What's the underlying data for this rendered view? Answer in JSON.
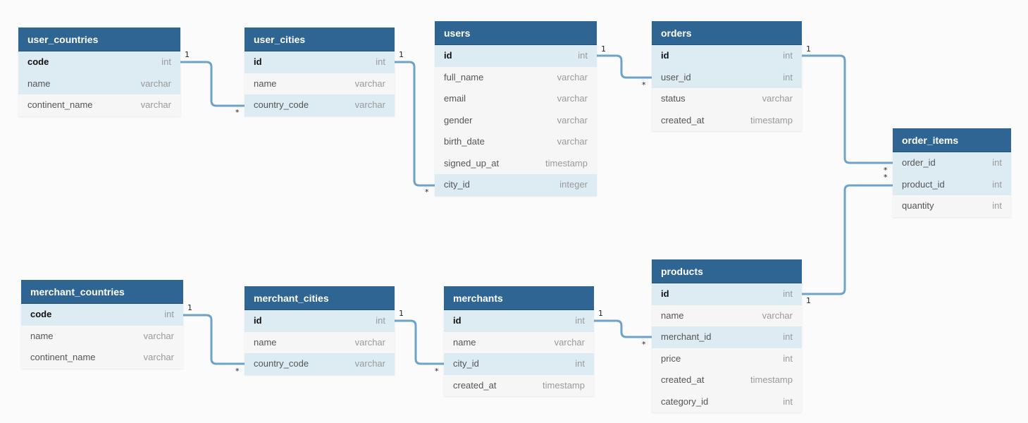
{
  "colors": {
    "header": "#2f6593",
    "highlight": "#ddebf3",
    "line": "#6ea3c8",
    "body": "#f6f6f6"
  },
  "tables": [
    {
      "name": "user_countries",
      "fields": [
        {
          "name": "code",
          "type": "int",
          "pk": true,
          "hl": true
        },
        {
          "name": "name",
          "type": "varchar",
          "hl": true
        },
        {
          "name": "continent_name",
          "type": "varchar"
        }
      ]
    },
    {
      "name": "user_cities",
      "fields": [
        {
          "name": "id",
          "type": "int",
          "pk": true,
          "hl": true
        },
        {
          "name": "name",
          "type": "varchar"
        },
        {
          "name": "country_code",
          "type": "varchar",
          "hl": true
        }
      ]
    },
    {
      "name": "users",
      "fields": [
        {
          "name": "id",
          "type": "int",
          "pk": true,
          "hl": true
        },
        {
          "name": "full_name",
          "type": "varchar"
        },
        {
          "name": "email",
          "type": "varchar"
        },
        {
          "name": "gender",
          "type": "varchar"
        },
        {
          "name": "birth_date",
          "type": "varchar"
        },
        {
          "name": "signed_up_at",
          "type": "timestamp"
        },
        {
          "name": "city_id",
          "type": "integer",
          "hl": true
        }
      ]
    },
    {
      "name": "orders",
      "fields": [
        {
          "name": "id",
          "type": "int",
          "pk": true,
          "hl": true
        },
        {
          "name": "user_id",
          "type": "int",
          "hl": true
        },
        {
          "name": "status",
          "type": "varchar"
        },
        {
          "name": "created_at",
          "type": "timestamp"
        }
      ]
    },
    {
      "name": "order_items",
      "fields": [
        {
          "name": "order_id",
          "type": "int",
          "hl": true
        },
        {
          "name": "product_id",
          "type": "int",
          "hl": true
        },
        {
          "name": "quantity",
          "type": "int"
        }
      ]
    },
    {
      "name": "merchant_countries",
      "fields": [
        {
          "name": "code",
          "type": "int",
          "pk": true,
          "hl": true
        },
        {
          "name": "name",
          "type": "varchar"
        },
        {
          "name": "continent_name",
          "type": "varchar"
        }
      ]
    },
    {
      "name": "merchant_cities",
      "fields": [
        {
          "name": "id",
          "type": "int",
          "pk": true,
          "hl": true
        },
        {
          "name": "name",
          "type": "varchar"
        },
        {
          "name": "country_code",
          "type": "varchar",
          "hl": true
        }
      ]
    },
    {
      "name": "merchants",
      "fields": [
        {
          "name": "id",
          "type": "int",
          "pk": true,
          "hl": true
        },
        {
          "name": "name",
          "type": "varchar"
        },
        {
          "name": "city_id",
          "type": "int",
          "hl": true
        },
        {
          "name": "created_at",
          "type": "timestamp"
        }
      ]
    },
    {
      "name": "products",
      "fields": [
        {
          "name": "id",
          "type": "int",
          "pk": true,
          "hl": true
        },
        {
          "name": "name",
          "type": "varchar"
        },
        {
          "name": "merchant_id",
          "type": "int",
          "hl": true
        },
        {
          "name": "price",
          "type": "int"
        },
        {
          "name": "created_at",
          "type": "timestamp"
        },
        {
          "name": "category_id",
          "type": "int"
        }
      ]
    }
  ],
  "relationships": [
    {
      "from": "user_countries.code",
      "to": "user_cities.country_code",
      "from_card": "1",
      "to_card": "*"
    },
    {
      "from": "user_cities.id",
      "to": "users.city_id",
      "from_card": "1",
      "to_card": "*"
    },
    {
      "from": "users.id",
      "to": "orders.user_id",
      "from_card": "1",
      "to_card": "*"
    },
    {
      "from": "orders.id",
      "to": "order_items.order_id",
      "from_card": "1",
      "to_card": "*"
    },
    {
      "from": "products.id",
      "to": "order_items.product_id",
      "from_card": "1",
      "to_card": "*"
    },
    {
      "from": "merchant_countries.code",
      "to": "merchant_cities.country_code",
      "from_card": "1",
      "to_card": "*"
    },
    {
      "from": "merchant_cities.id",
      "to": "merchants.city_id",
      "from_card": "1",
      "to_card": "*"
    },
    {
      "from": "merchants.id",
      "to": "products.merchant_id",
      "from_card": "1",
      "to_card": "*"
    }
  ]
}
